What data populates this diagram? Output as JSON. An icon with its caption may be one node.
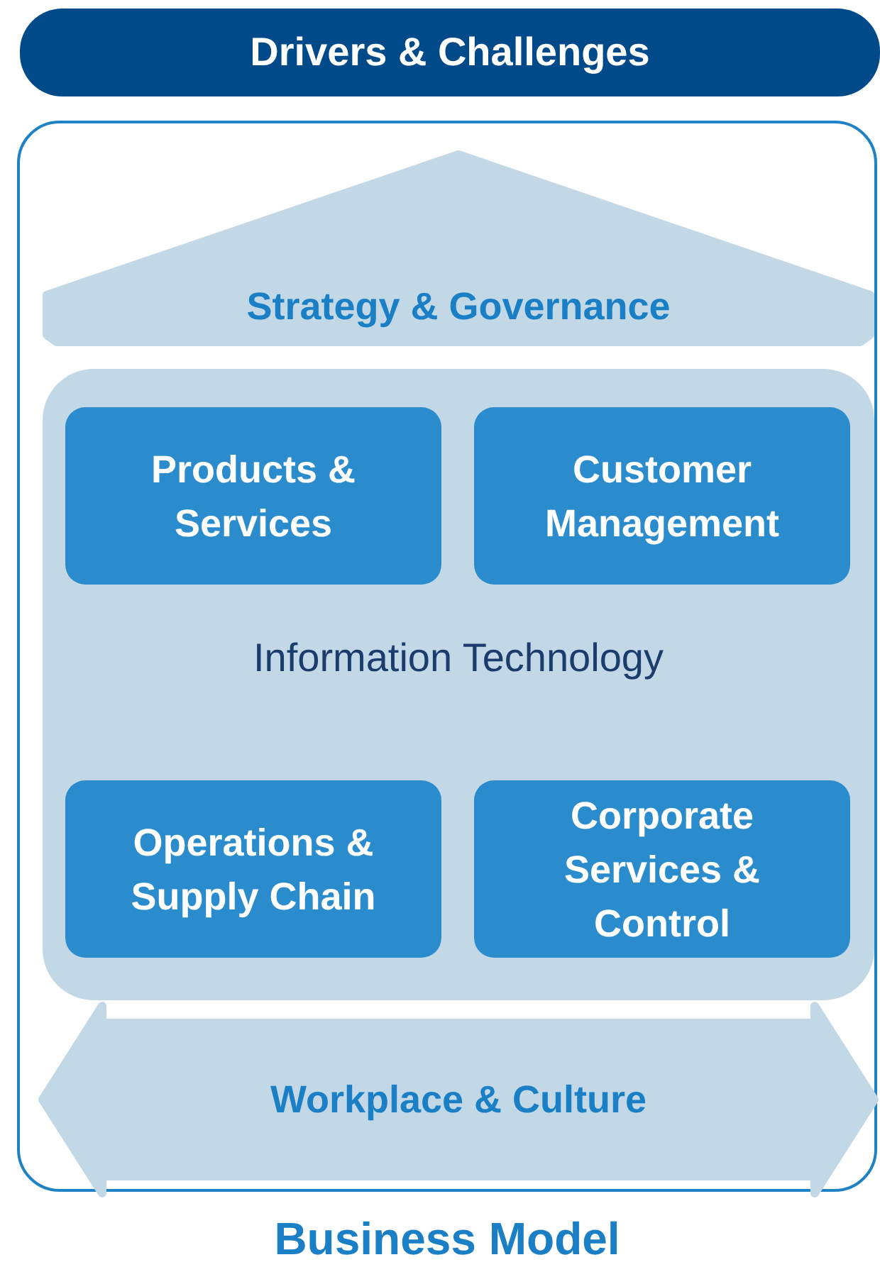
{
  "diagram": {
    "nodes": [
      {
        "text": [
          "Drivers & Challenges"
        ]
      },
      {
        "text": [
          "Business Model"
        ]
      },
      {
        "text": [
          "Strategy & Governance"
        ],
        "in": 1
      },
      {
        "text": [
          "Information Technology"
        ],
        "in": 1
      },
      {
        "text": [
          "Products & Services"
        ],
        "in": 3
      },
      {
        "text": [
          "Customer Management"
        ],
        "in": 3
      },
      {
        "text": [
          "Operations & Supply Chain"
        ],
        "in": 3
      },
      {
        "text": [
          "Corporate Services & Control"
        ],
        "in": 3
      },
      {
        "text": [
          "Workplace & Culture"
        ],
        "in": 1
      }
    ]
  }
}
